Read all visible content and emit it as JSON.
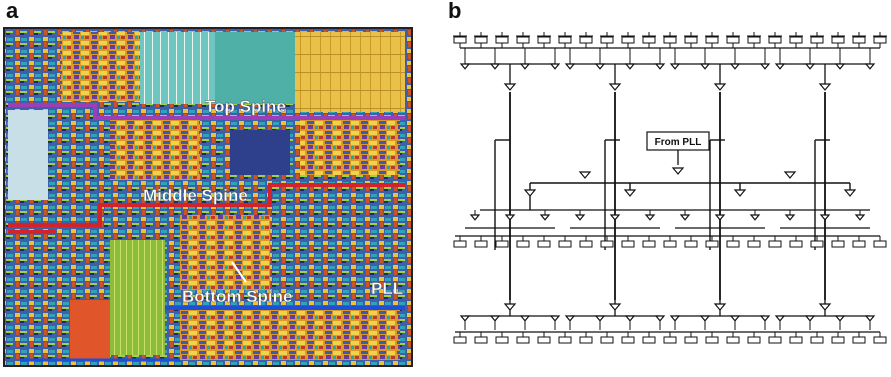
{
  "panels": {
    "a": {
      "label": "a",
      "annotations": {
        "top_spine": "Top Spine",
        "middle_spine": "Middle Spine",
        "bottom_spine": "Bottom Spine",
        "pll": "PLL"
      },
      "colors": {
        "spine_purple": "#9b3fb6",
        "spine_red": "#d2232a",
        "spine_blue": "#1f4fd6",
        "die_border": "#222222"
      }
    },
    "b": {
      "label": "b",
      "pll_label": "From PLL"
    }
  }
}
